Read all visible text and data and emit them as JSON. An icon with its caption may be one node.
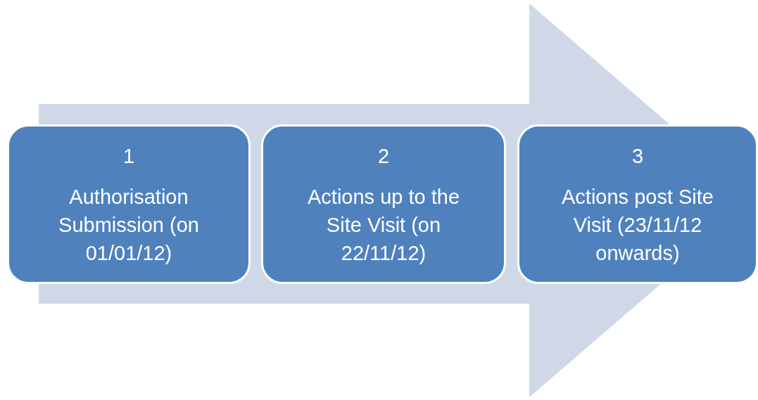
{
  "diagram": {
    "nodes": [
      {
        "text": [
          "1",
          "Authorisation Submission (on 01/01/12)"
        ]
      },
      {
        "text": [
          "2",
          "Actions up to the Site Visit (on 22/11/12)"
        ]
      },
      {
        "text": [
          "3",
          "Actions post Site Visit (23/11/12 onwards)"
        ]
      }
    ],
    "edges": [
      {
        "from": 0,
        "to": 2,
        "arrow": "to",
        "style": "thick"
      }
    ]
  }
}
